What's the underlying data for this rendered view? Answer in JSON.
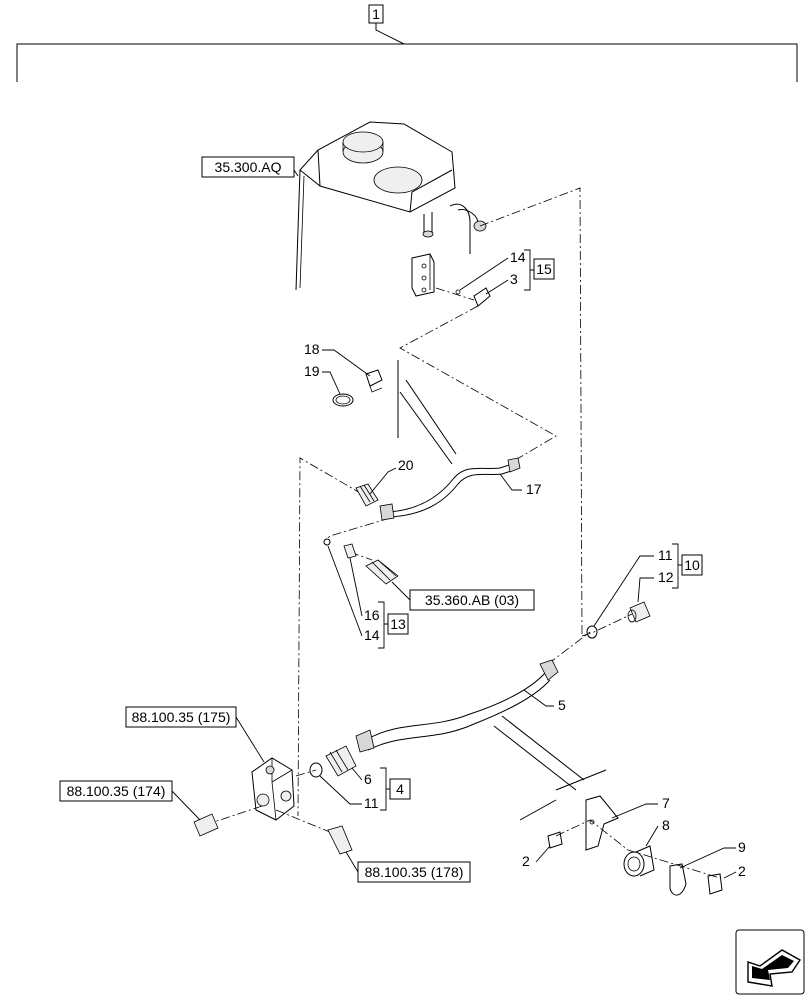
{
  "assembly_ref": "1",
  "refs": {
    "tank": "35.300.AQ",
    "coupler": "35.360.AB (03)",
    "valve_top": "88.100.35 (175)",
    "valve_left": "88.100.35 (174)",
    "valve_bottom": "88.100.35 (178)"
  },
  "kits": {
    "k15": "15",
    "k13": "13",
    "k10": "10",
    "k4": "4"
  },
  "callouts": {
    "c14_top": "14",
    "c3": "3",
    "c18": "18",
    "c19": "19",
    "c20": "20",
    "c17": "17",
    "c16": "16",
    "c14_mid": "14",
    "c11_right": "11",
    "c12": "12",
    "c5": "5",
    "c6": "6",
    "c11_low": "11",
    "c7": "7",
    "c8": "8",
    "c9": "9",
    "c2_left": "2",
    "c2_right": "2"
  }
}
